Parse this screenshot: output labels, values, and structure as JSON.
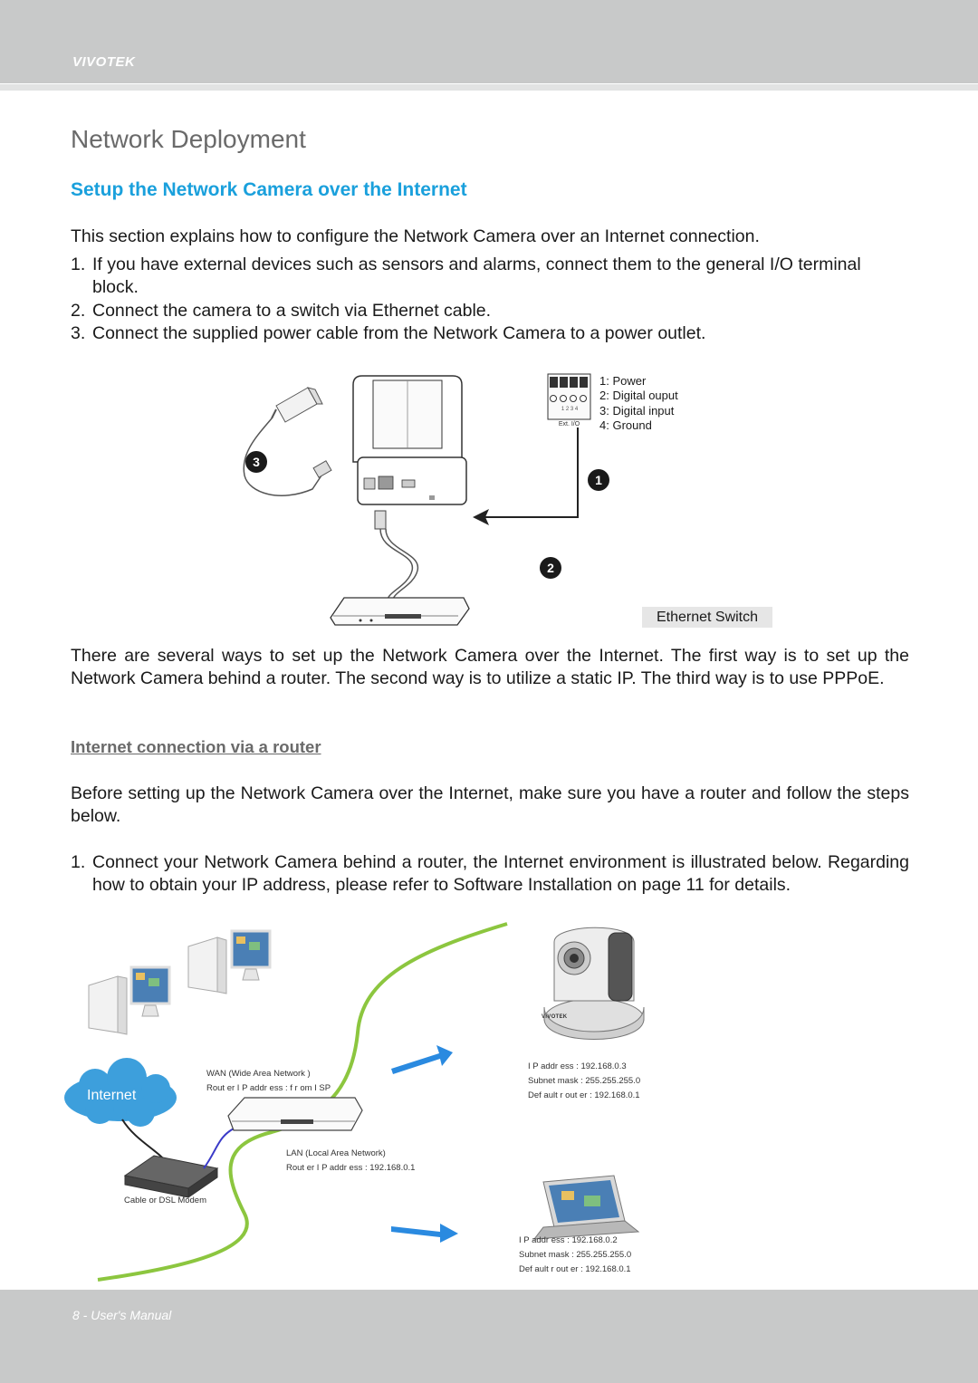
{
  "header": {
    "brand": "VIVOTEK"
  },
  "page": {
    "title": "Network Deployment",
    "subtitle": "Setup the Network Camera over the Internet",
    "intro": "This section explains how to configure the Network Camera over an Internet connection.",
    "steps": [
      {
        "num": "1.",
        "text": "If you have external devices such as sensors and alarms, connect them to the general I/O terminal block."
      },
      {
        "num": "2.",
        "text": "Connect the camera to a switch via Ethernet cable."
      },
      {
        "num": "3.",
        "text": "Connect the supplied power cable from the Network Camera to a power outlet."
      }
    ],
    "paragraph2": "There are several ways to set up the Network Camera over the Internet. The first way is to set up the Network Camera behind a router. The second way is to utilize a static IP. The third way is to use PPPoE.",
    "section_heading": "Internet connection via a router",
    "paragraph3": "Before setting up the Network Camera over the Internet, make sure you have a router and follow the steps below.",
    "router_step": {
      "num": "1.",
      "text": "Connect your Network Camera behind a router, the Internet environment is illustrated below. Regarding how to obtain your IP address, please refer to Software Installation on page 11 for details."
    }
  },
  "figure1": {
    "io_labels": [
      "1: Power",
      "2: Digital ouput",
      "3: Digital input",
      "4: Ground"
    ],
    "io_block_label": "Ext. I/O",
    "io_pin_numbers": "1 2 3 4",
    "callouts": [
      "1",
      "2",
      "3"
    ],
    "ethernet_switch": "Ethernet Switch"
  },
  "figure2": {
    "internet": "Internet",
    "wan": [
      "WAN (Wide Area Network )",
      "Rout er  I P addr ess : f r om I SP"
    ],
    "lan": [
      "LAN (Local Area Network)",
      "Rout er  I P addr ess : 192.168.0.1"
    ],
    "modem": "Cable or DSL Modem",
    "camera_info": [
      "I P addr ess : 192.168.0.3",
      "Subnet  mask : 255.255.255.0",
      "Def ault  r out er  : 192.168.0.1"
    ],
    "laptop_info": [
      "I P addr ess : 192.168.0.2",
      "Subnet  mask : 255.255.255.0",
      "Def ault  r out er  : 192.168.0.1"
    ],
    "camera_brand": "VIVOTEK"
  },
  "footer": {
    "text": "8 - User's Manual"
  },
  "colors": {
    "accent": "#1aa0dc",
    "header_bg": "#c8c9c9",
    "arrow_blue": "#2a8ae0",
    "green_line": "#8cc63f"
  }
}
